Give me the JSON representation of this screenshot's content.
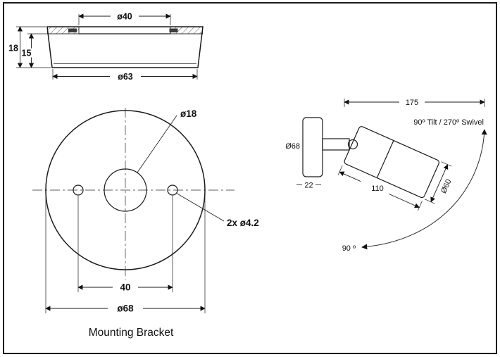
{
  "section_view": {
    "dim_recess_dia": "ø40",
    "dim_total_height": "18",
    "dim_inner_height": "15",
    "dim_base_dia": "ø63"
  },
  "front_view": {
    "dim_center_hole": "ø18",
    "dim_screw_holes": "2x ø4.2",
    "dim_hole_spacing": "40",
    "dim_outer_dia": "ø68",
    "caption": "Mounting Bracket"
  },
  "side_view": {
    "dim_total_length": "175",
    "note_tilt_swivel": "90º Tilt / 270º Swivel",
    "dim_bracket_dia": "Ø68",
    "dim_bracket_depth": "22",
    "dim_body_length": "110",
    "dim_body_dia": "Ø60",
    "dim_tilt_angle": "90 º"
  },
  "colors": {
    "line": "#1a1a1a",
    "background": "#ffffff"
  }
}
